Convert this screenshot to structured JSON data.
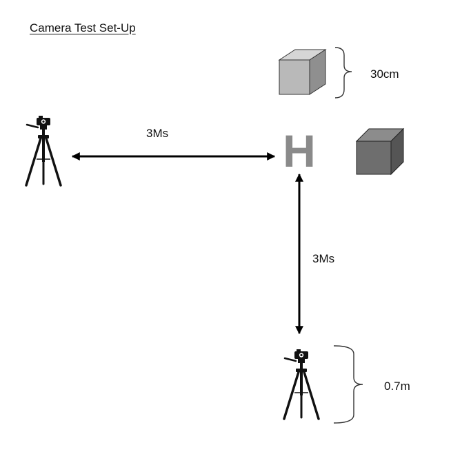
{
  "title": "Camera Test Set-Up",
  "labels": {
    "horizontal_distance": "3Ms",
    "vertical_distance": "3Ms",
    "box_size": "30cm",
    "tripod_height": "0.7m"
  },
  "target_marker": "H",
  "icons": {
    "camera_left": "tripod-camera-icon",
    "camera_bottom": "tripod-camera-icon",
    "box_light": "cube-icon",
    "box_dark": "cube-icon"
  },
  "colors": {
    "text": "#111111",
    "arrow": "#000000",
    "h_marker": "#8a8a8a",
    "cube_light_front": "#b9b9b9",
    "cube_light_top": "#d6d6d6",
    "cube_light_side": "#8f8f8f",
    "cube_dark_front": "#6e6e6e",
    "cube_dark_top": "#8c8c8c",
    "cube_dark_side": "#555555"
  }
}
